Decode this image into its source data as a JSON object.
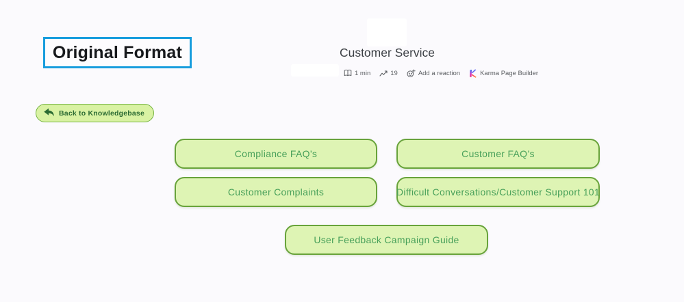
{
  "page": {
    "background_color": "#fbfafd"
  },
  "annotation": {
    "label": "Original Format",
    "border_color": "#189ddd"
  },
  "header": {
    "title": "Customer Service",
    "meta": {
      "read_time": "1 min",
      "views": "19",
      "add_reaction_label": "Add a reaction",
      "builder_label": "Karma Page Builder"
    }
  },
  "back_button": {
    "label": "Back to Knowledgebase"
  },
  "nav_buttons": [
    {
      "label": "Compliance FAQ’s"
    },
    {
      "label": "Customer FAQ’s"
    },
    {
      "label": "Customer Complaints"
    },
    {
      "label": "Difficult Conversations/Customer Support 101"
    },
    {
      "label": "User Feedback Campaign Guide"
    }
  ],
  "colors": {
    "button_fill": "#def4b4",
    "button_border": "#68a33b",
    "button_text": "#48a05a",
    "back_text": "#2c6b33",
    "meta_text": "#5c5f63"
  },
  "icons": {
    "read_time": "book-icon",
    "views": "trending-chart-icon",
    "reaction": "smiley-plus-icon",
    "builder": "karma-logo-icon",
    "back": "back-arrow-icon"
  }
}
